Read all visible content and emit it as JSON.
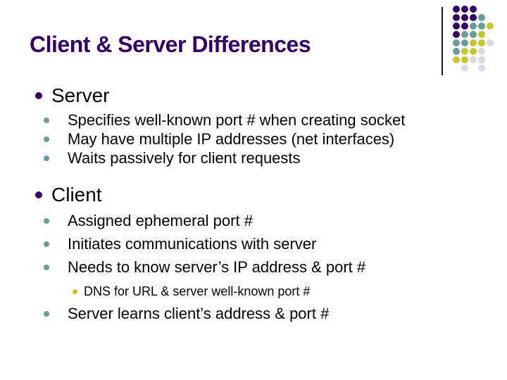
{
  "slide": {
    "title": "Client & Server Differences",
    "bullets": [
      {
        "level": 1,
        "text": "Server"
      },
      {
        "level": 2,
        "text": "Specifies well-known port # when creating socket"
      },
      {
        "level": 2,
        "text": "May have multiple IP addresses (net interfaces)"
      },
      {
        "level": 2,
        "text": "Waits passively for client requests"
      },
      {
        "level": 1,
        "text": "Client"
      },
      {
        "level": 2,
        "text": "Assigned ephemeral port #"
      },
      {
        "level": 2,
        "text": "Initiates communications with server"
      },
      {
        "level": 2,
        "text": "Needs to know server’s IP address & port #"
      },
      {
        "level": 3,
        "text": "DNS for URL & server well-known port #"
      },
      {
        "level": 2,
        "text": "Server learns client’s address & port #"
      }
    ]
  },
  "theme": {
    "background": "#FFFFFF",
    "title_color": "#330066",
    "text_color": "#000000",
    "bullet_level1_color": "#330066",
    "bullet_level2_color": "#6B9C9C",
    "bullet_level3_color": "#C8C417",
    "divider_line_color": "#1A1A1A"
  },
  "decoration": {
    "name": "dot-grid",
    "colors": {
      "P": "#330066",
      "T": "#6B9C9C",
      "Y": "#C6C62E",
      "G": "#D9D9E6"
    },
    "rows": [
      [
        "P",
        "P",
        "P",
        "",
        ""
      ],
      [
        "P",
        "P",
        "P",
        "T",
        ""
      ],
      [
        "P",
        "P",
        "T",
        "T",
        "Y"
      ],
      [
        "P",
        "T",
        "T",
        "Y",
        ""
      ],
      [
        "T",
        "T",
        "Y",
        "Y",
        "G"
      ],
      [
        "T",
        "Y",
        "Y",
        "G",
        ""
      ],
      [
        "Y",
        "Y",
        "G",
        "G",
        ""
      ],
      [
        "",
        "G",
        "",
        "G",
        ""
      ]
    ]
  }
}
